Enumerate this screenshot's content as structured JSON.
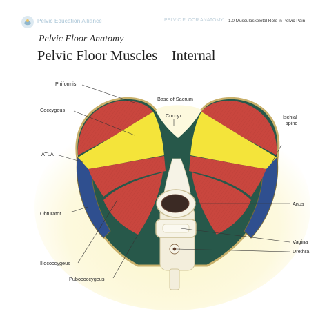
{
  "header": {
    "organization": "Pelvic Education Alliance",
    "breadcrumb_faded": "PELVIC FLOOR ANATOMY",
    "breadcrumb": "1.0 Musculoskeletal Role in Pelvic Pain",
    "logo_icon": "pelvic-education-logo-icon"
  },
  "page": {
    "subtitle": "Pelvic Floor Anatomy",
    "title": "Pelvic Floor Muscles – Internal"
  },
  "diagram": {
    "labels": {
      "piriformis": "Piriformis",
      "coccygeus": "Coccygeus",
      "atla": "ATLA",
      "obturator": "Obturator",
      "iliococcygeus": "Iliococcygeus",
      "pubococcygeus": "Pubococcygeus",
      "base_of_sacrum": "Base of Sacrum",
      "coccyx": "Coccyx",
      "ischial_spine_1": "Ischial",
      "ischial_spine_2": "spine",
      "anus": "Anus",
      "vagina": "Vagina",
      "urethra": "Urethra"
    },
    "colors": {
      "piriformis": "#c9463e",
      "coccygeus": "#f4e43a",
      "obturator": "#2f4f8f",
      "levator": "#27584a",
      "fascia": "#c9b06a",
      "background_glow": "#fbf6c9"
    }
  }
}
